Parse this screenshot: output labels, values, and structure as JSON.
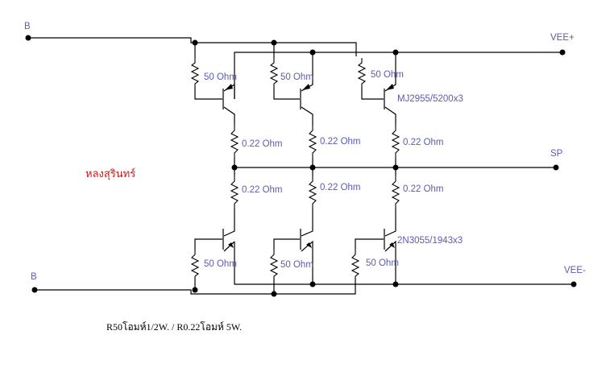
{
  "ports": {
    "b_top": "B",
    "b_bottom": "B",
    "vee_plus": "VEE+",
    "sp": "SP",
    "vee_minus": "VEE-"
  },
  "labels": {
    "r_base": "50 Ohm",
    "r_emitter": "0.22 Ohm",
    "upper_transistor": "MJ2955/5200x3",
    "lower_transistor": "2N3055/1943x3"
  },
  "author": "หลงสุรินทร์",
  "note": "R50โอมห์1/2W.  / R0.22โอมห์ 5W.",
  "colors": {
    "label_text": "#5b5bb3",
    "author_text": "#d11818",
    "wire": "#000000"
  }
}
